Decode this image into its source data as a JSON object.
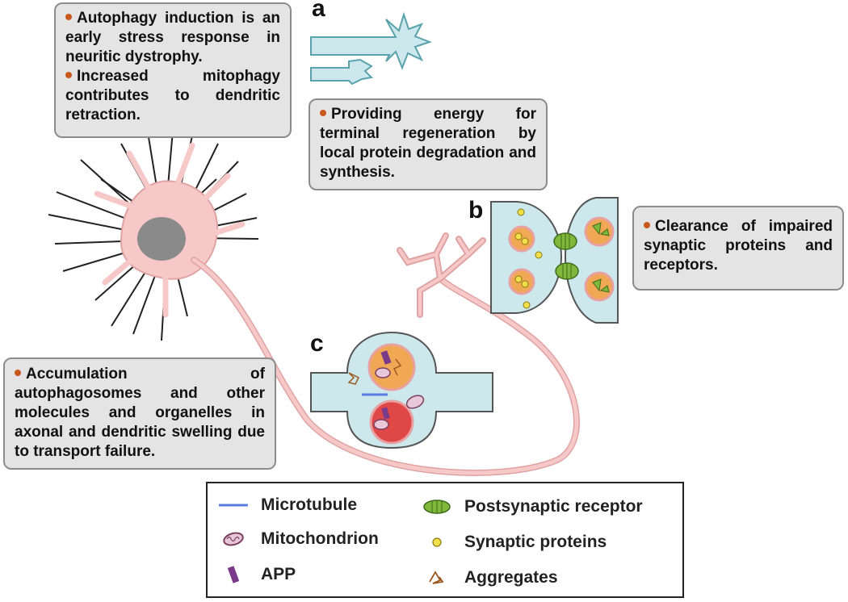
{
  "callouts": {
    "top_left": {
      "points": [
        "Autophagy induction is an early stress response in neuritic dystrophy.",
        "Increased mitophagy contributes to dendritic retraction."
      ]
    },
    "panel_a": {
      "points": [
        "Providing energy for terminal regeneration by local protein degradation and synthesis."
      ]
    },
    "panel_b": {
      "points": [
        "Clearance of impaired synaptic proteins and receptors."
      ]
    },
    "panel_c": {
      "points": [
        "Accumulation of autophagosomes and other molecules and organelles in axonal and dendritic swelling due to transport failure."
      ]
    }
  },
  "panel_labels": {
    "a": "a",
    "b": "b",
    "c": "c"
  },
  "legend": {
    "items": [
      {
        "icon": "microtubule-icon",
        "label": "Microtubule"
      },
      {
        "icon": "mitochondrion-icon",
        "label": "Mitochondrion"
      },
      {
        "icon": "app-icon",
        "label": "APP"
      },
      {
        "icon": "postsynaptic-receptor-icon",
        "label": "Postsynaptic receptor"
      },
      {
        "icon": "synaptic-protein-icon",
        "label": "Synaptic proteins"
      },
      {
        "icon": "aggregate-icon",
        "label": "Aggregates"
      }
    ]
  },
  "colors": {
    "neuron_fill": "#f6c8c8",
    "neuron_outline": "#e0a3a3",
    "nucleus": "#8a8a8a",
    "neurite_cyan": "#cce8ec",
    "autophagosome_orange": "#f0a855",
    "lysosome_red": "#e04848",
    "receptor_green": "#7fb83b",
    "protein_yellow": "#f2e04a",
    "bullet": "#c8581e",
    "callout_bg": "#e4e4e4"
  }
}
